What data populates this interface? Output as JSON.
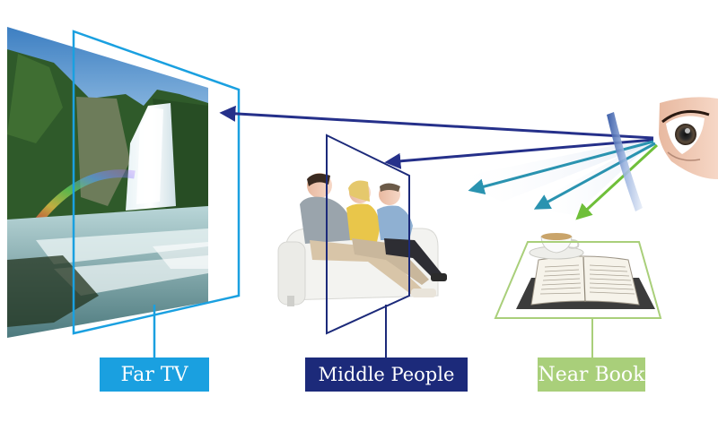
{
  "labels": {
    "far": "Far TV",
    "middle": "Middle People",
    "near": "Near Book"
  },
  "colors": {
    "far": "#1aa0e0",
    "middle": "#1c2a7a",
    "near": "#a9cf7a",
    "arrow_far": "#25308a",
    "arrow_mid": "#25308a",
    "arrow_teal": "#2a93b0",
    "arrow_green": "#6fbf3a"
  },
  "icons": {
    "eye": "eye-icon",
    "tv": "waterfall-tv-image",
    "people": "people-on-sofa-image",
    "book": "book-with-teacup-image",
    "lens": "lens-icon"
  }
}
